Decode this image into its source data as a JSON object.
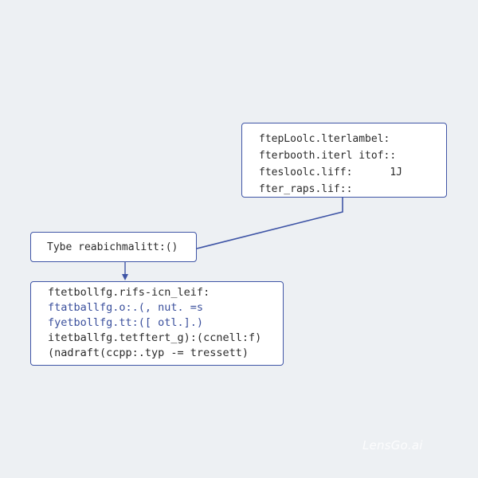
{
  "colors": {
    "background": "#edf0f3",
    "box_border": "#3f55a6",
    "box_fill": "#ffffff",
    "connector": "#3f55a6",
    "text": "#2b2b2b",
    "accent_text": "#3a4f9c"
  },
  "top_box": {
    "lines": [
      "ftepLoolc.lterlambel:",
      "fterbooth.iterl itof::",
      "ftesloolc.liff:      1J",
      "fter_raps.lif::"
    ]
  },
  "middle_box": {
    "label": "Tybe reabichmalitt:()"
  },
  "bottom_box": {
    "lines": [
      "ftetbollfg.rifs-icn_leif:",
      "ftatballfg.o:.(, nut. =s",
      "fyetbollfg.tt:([ otl.].)",
      "itetballfg.tetftert_g):(ccnell:f)",
      "(nadraft(ccpp:.typ -= tressett)"
    ]
  },
  "watermark": {
    "text": "LensGo.ai"
  }
}
